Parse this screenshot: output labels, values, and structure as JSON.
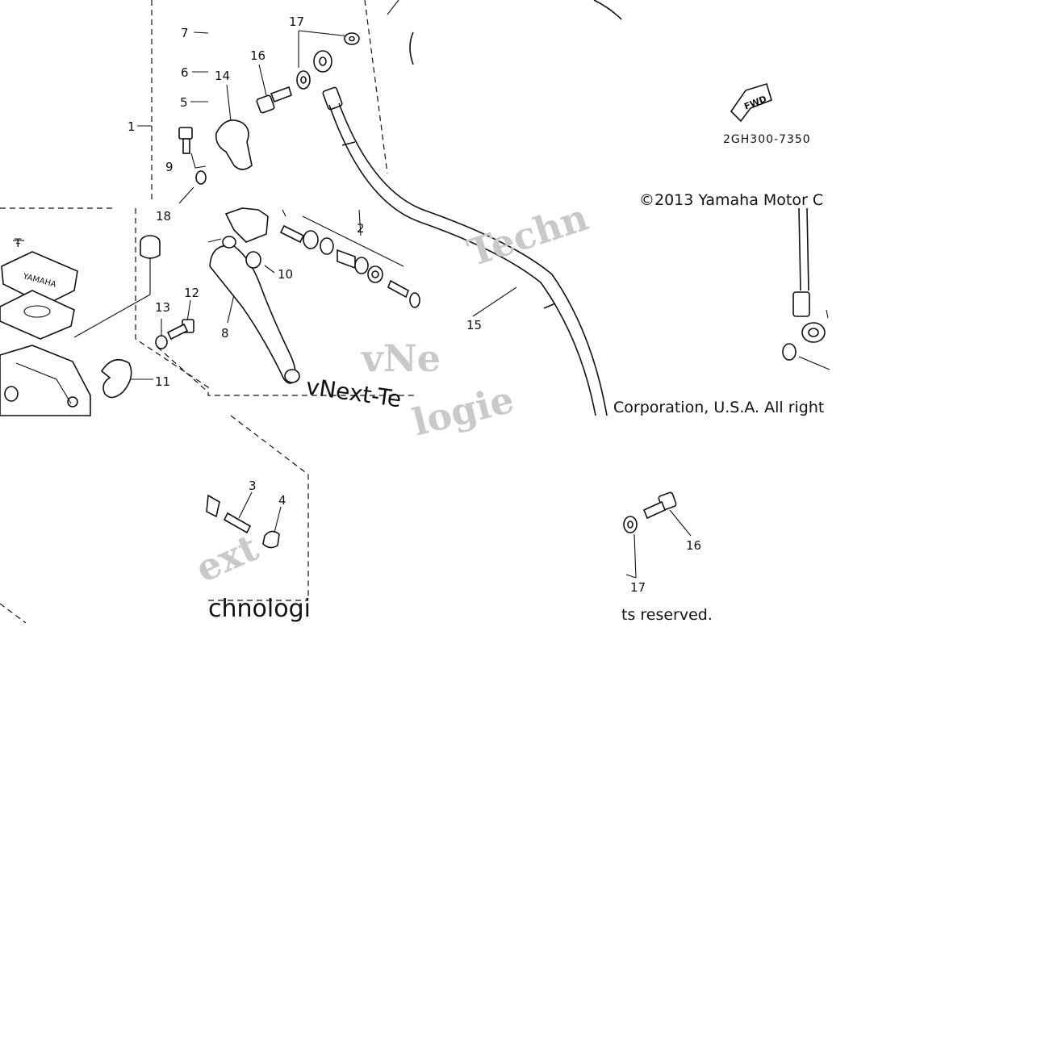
{
  "fragments": {
    "copyright_a": "©2013 Yamaha Motor C",
    "copyright_b": "Corporation, U.S.A. All right",
    "copyright_c": "ts reserved.",
    "diagram_code": "2GH300-7350",
    "fwd_label": "FWD"
  },
  "watermarks": {
    "w1": "Techn",
    "w2": "vNext-Te",
    "w3": "vNe",
    "w4": "logie",
    "w5": "ext",
    "w6": "chnologi"
  },
  "callouts": {
    "c1": "1",
    "c2": "2",
    "c3": "3",
    "c4": "4",
    "c5": "5",
    "c6": "6",
    "c7": "7",
    "c8": "8",
    "c9": "9",
    "c10": "10",
    "c11": "11",
    "c12": "12",
    "c13": "13",
    "c14": "14",
    "c15": "15",
    "c16a": "16",
    "c16b": "16",
    "c17a": "17",
    "c17b": "17",
    "c18": "18"
  }
}
